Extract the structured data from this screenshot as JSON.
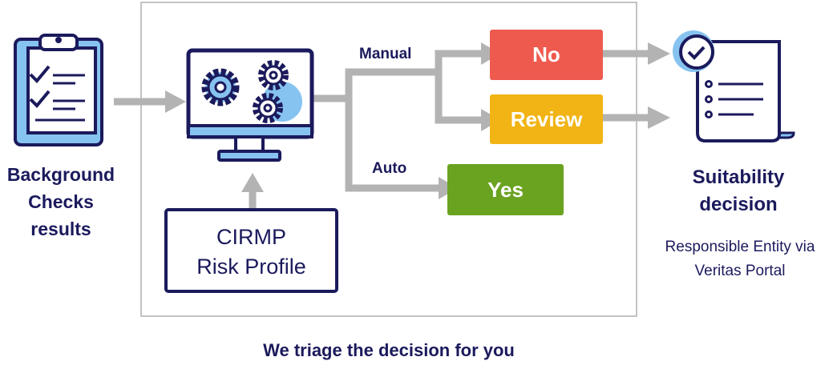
{
  "input": {
    "label": "Background Checks results"
  },
  "routes": {
    "manual": "Manual",
    "auto": "Auto"
  },
  "outcomes": {
    "no": "No",
    "review": "Review",
    "yes": "Yes"
  },
  "profile": {
    "line1": "CIRMP",
    "line2": "Risk Profile"
  },
  "output": {
    "title": "Suitability decision",
    "subtitle": "Responsible Entity via Veritas Portal"
  },
  "caption": "We triage the decision for you",
  "colors": {
    "navy": "#1b1a5c",
    "light_blue": "#87c3f0",
    "gray": "#b3b3b3",
    "no": "#ef5a4f",
    "review": "#f1b414",
    "yes": "#6aa320"
  },
  "icons": [
    "checklist-clipboard-icon",
    "monitor-gears-icon",
    "approved-document-icon"
  ]
}
